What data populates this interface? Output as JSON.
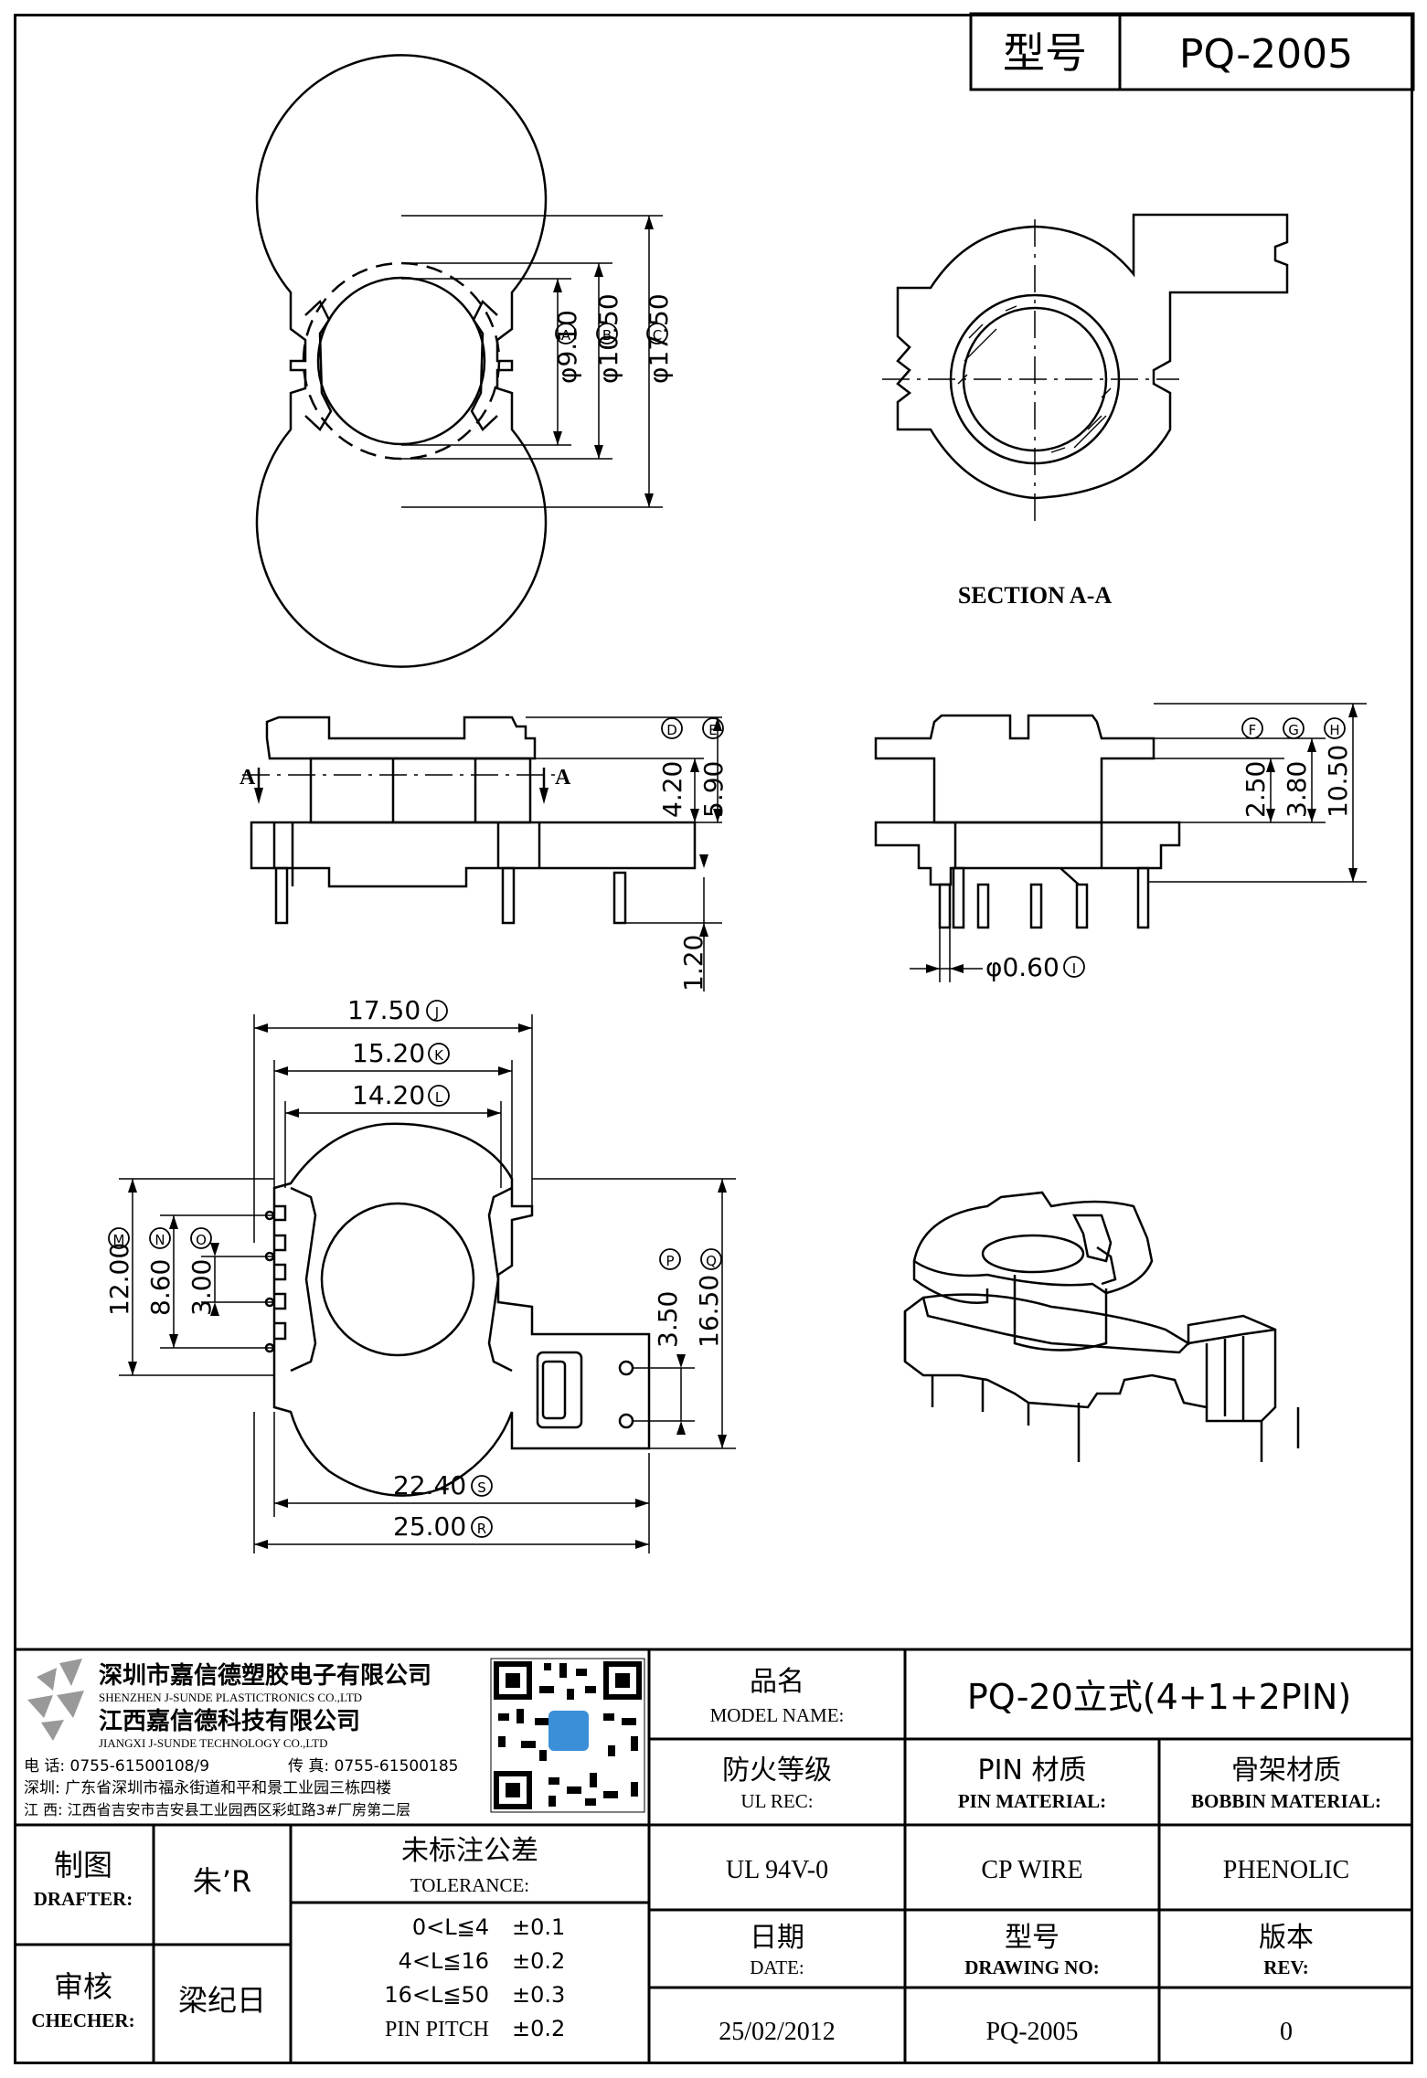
{
  "header": {
    "model_label": "型号",
    "model_value": "PQ-2005"
  },
  "drawing": {
    "section_label": "SECTION A-A",
    "dims": {
      "A": "φ9.10",
      "B": "φ10.50",
      "C": "φ17.50",
      "D": "4.20",
      "E": "5.90",
      "F": "2.50",
      "G": "3.80",
      "H": "10.50",
      "pin_len": "1.20",
      "I": "φ0.60",
      "J": "17.50",
      "K": "15.20",
      "L": "14.20",
      "M": "12.00",
      "N": "8.60",
      "O": "3.00",
      "P": "3.50",
      "Q": "16.50",
      "S": "22.40",
      "R": "25.00"
    },
    "circle_letters": {
      "A": "A",
      "B": "B",
      "C": "C",
      "D": "D",
      "E": "E",
      "F": "F",
      "G": "G",
      "H": "H",
      "I": "I",
      "J": "J",
      "K": "K",
      "L": "L",
      "M": "M",
      "N": "N",
      "O": "O",
      "P": "P",
      "Q": "Q",
      "R": "R",
      "S": "S"
    },
    "section_marks": {
      "left": "A",
      "right": "A"
    }
  },
  "company": {
    "name_sz": "深圳市嘉信德塑胶电子有限公司",
    "name_sz_en": "SHENZHEN J-SUNDE PLASTICTRONICS CO.,LTD",
    "name_jx": "江西嘉信德科技有限公司",
    "name_jx_en": "JIANGXI J-SUNDE TECHNOLOGY CO.,LTD",
    "tel": "电 话: 0755-61500108/9",
    "fax": "传 真: 0755-61500185",
    "addr_sz": "深圳: 广东省深圳市福永街道和平和景工业园三栋四楼",
    "addr_jx": "江 西: 江西省吉安市吉安县工业园西区彩虹路3#厂房第二层"
  },
  "titleblock": {
    "model_name_cn": "品名",
    "model_name_en": "MODEL NAME:",
    "model_name_value": "PQ-20立式(4+1+2PIN)",
    "ul_cn": "防火等级",
    "ul_en": "UL REC:",
    "ul_value": "UL 94V-0",
    "pin_cn": "PIN 材质",
    "pin_en": "PIN MATERIAL:",
    "pin_value": "CP WIRE",
    "bobbin_cn": "骨架材质",
    "bobbin_en": "BOBBIN MATERIAL:",
    "bobbin_value": "PHENOLIC",
    "drafter_cn": "制图",
    "drafter_en": "DRAFTER:",
    "drafter_value": "朱’R",
    "checker_cn": "审核",
    "checker_en": "CHECHER:",
    "checker_value": "梁纪日",
    "tol_cn": "未标注公差",
    "tol_en": "TOLERANCE:",
    "tol_rows": [
      {
        "range": "0<L≦4",
        "value": "±0.1"
      },
      {
        "range": "4<L≦16",
        "value": "±0.2"
      },
      {
        "range": "16<L≦50",
        "value": "±0.3"
      },
      {
        "range": "PIN PITCH",
        "value": "±0.2"
      }
    ],
    "date_cn": "日期",
    "date_en": "DATE:",
    "date_value": "25/02/2012",
    "drawno_cn": "型号",
    "drawno_en": "DRAWING NO:",
    "drawno_value": "PQ-2005",
    "rev_cn": "版本",
    "rev_en": "REV:",
    "rev_value": "0"
  },
  "colors": {
    "line": "#000000",
    "qr_badge": "#3a8fd8"
  }
}
